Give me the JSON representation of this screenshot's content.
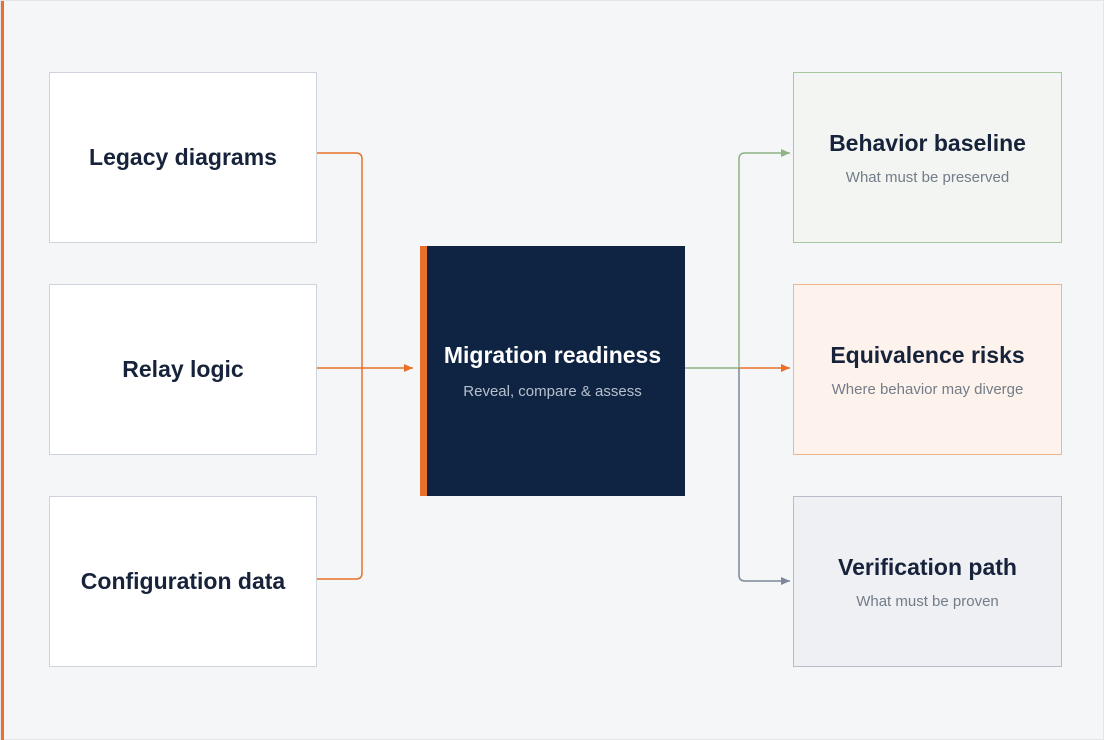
{
  "inputs": [
    {
      "label": "Legacy diagrams"
    },
    {
      "label": "Relay logic"
    },
    {
      "label": "Configuration data"
    }
  ],
  "hub": {
    "title": "Migration readiness",
    "subtitle": "Reveal, compare & assess"
  },
  "outputs": [
    {
      "title": "Behavior baseline",
      "subtitle": "What must be preserved",
      "color": "#8fb285"
    },
    {
      "title": "Equivalence risks",
      "subtitle": "Where behavior may diverge",
      "color": "#e8702a"
    },
    {
      "title": "Verification path",
      "subtitle": "What must be proven",
      "color": "#7d8799"
    }
  ],
  "colors": {
    "accent": "#e8702a",
    "hub_background": "#0f2442",
    "text_dark": "#17233a"
  }
}
